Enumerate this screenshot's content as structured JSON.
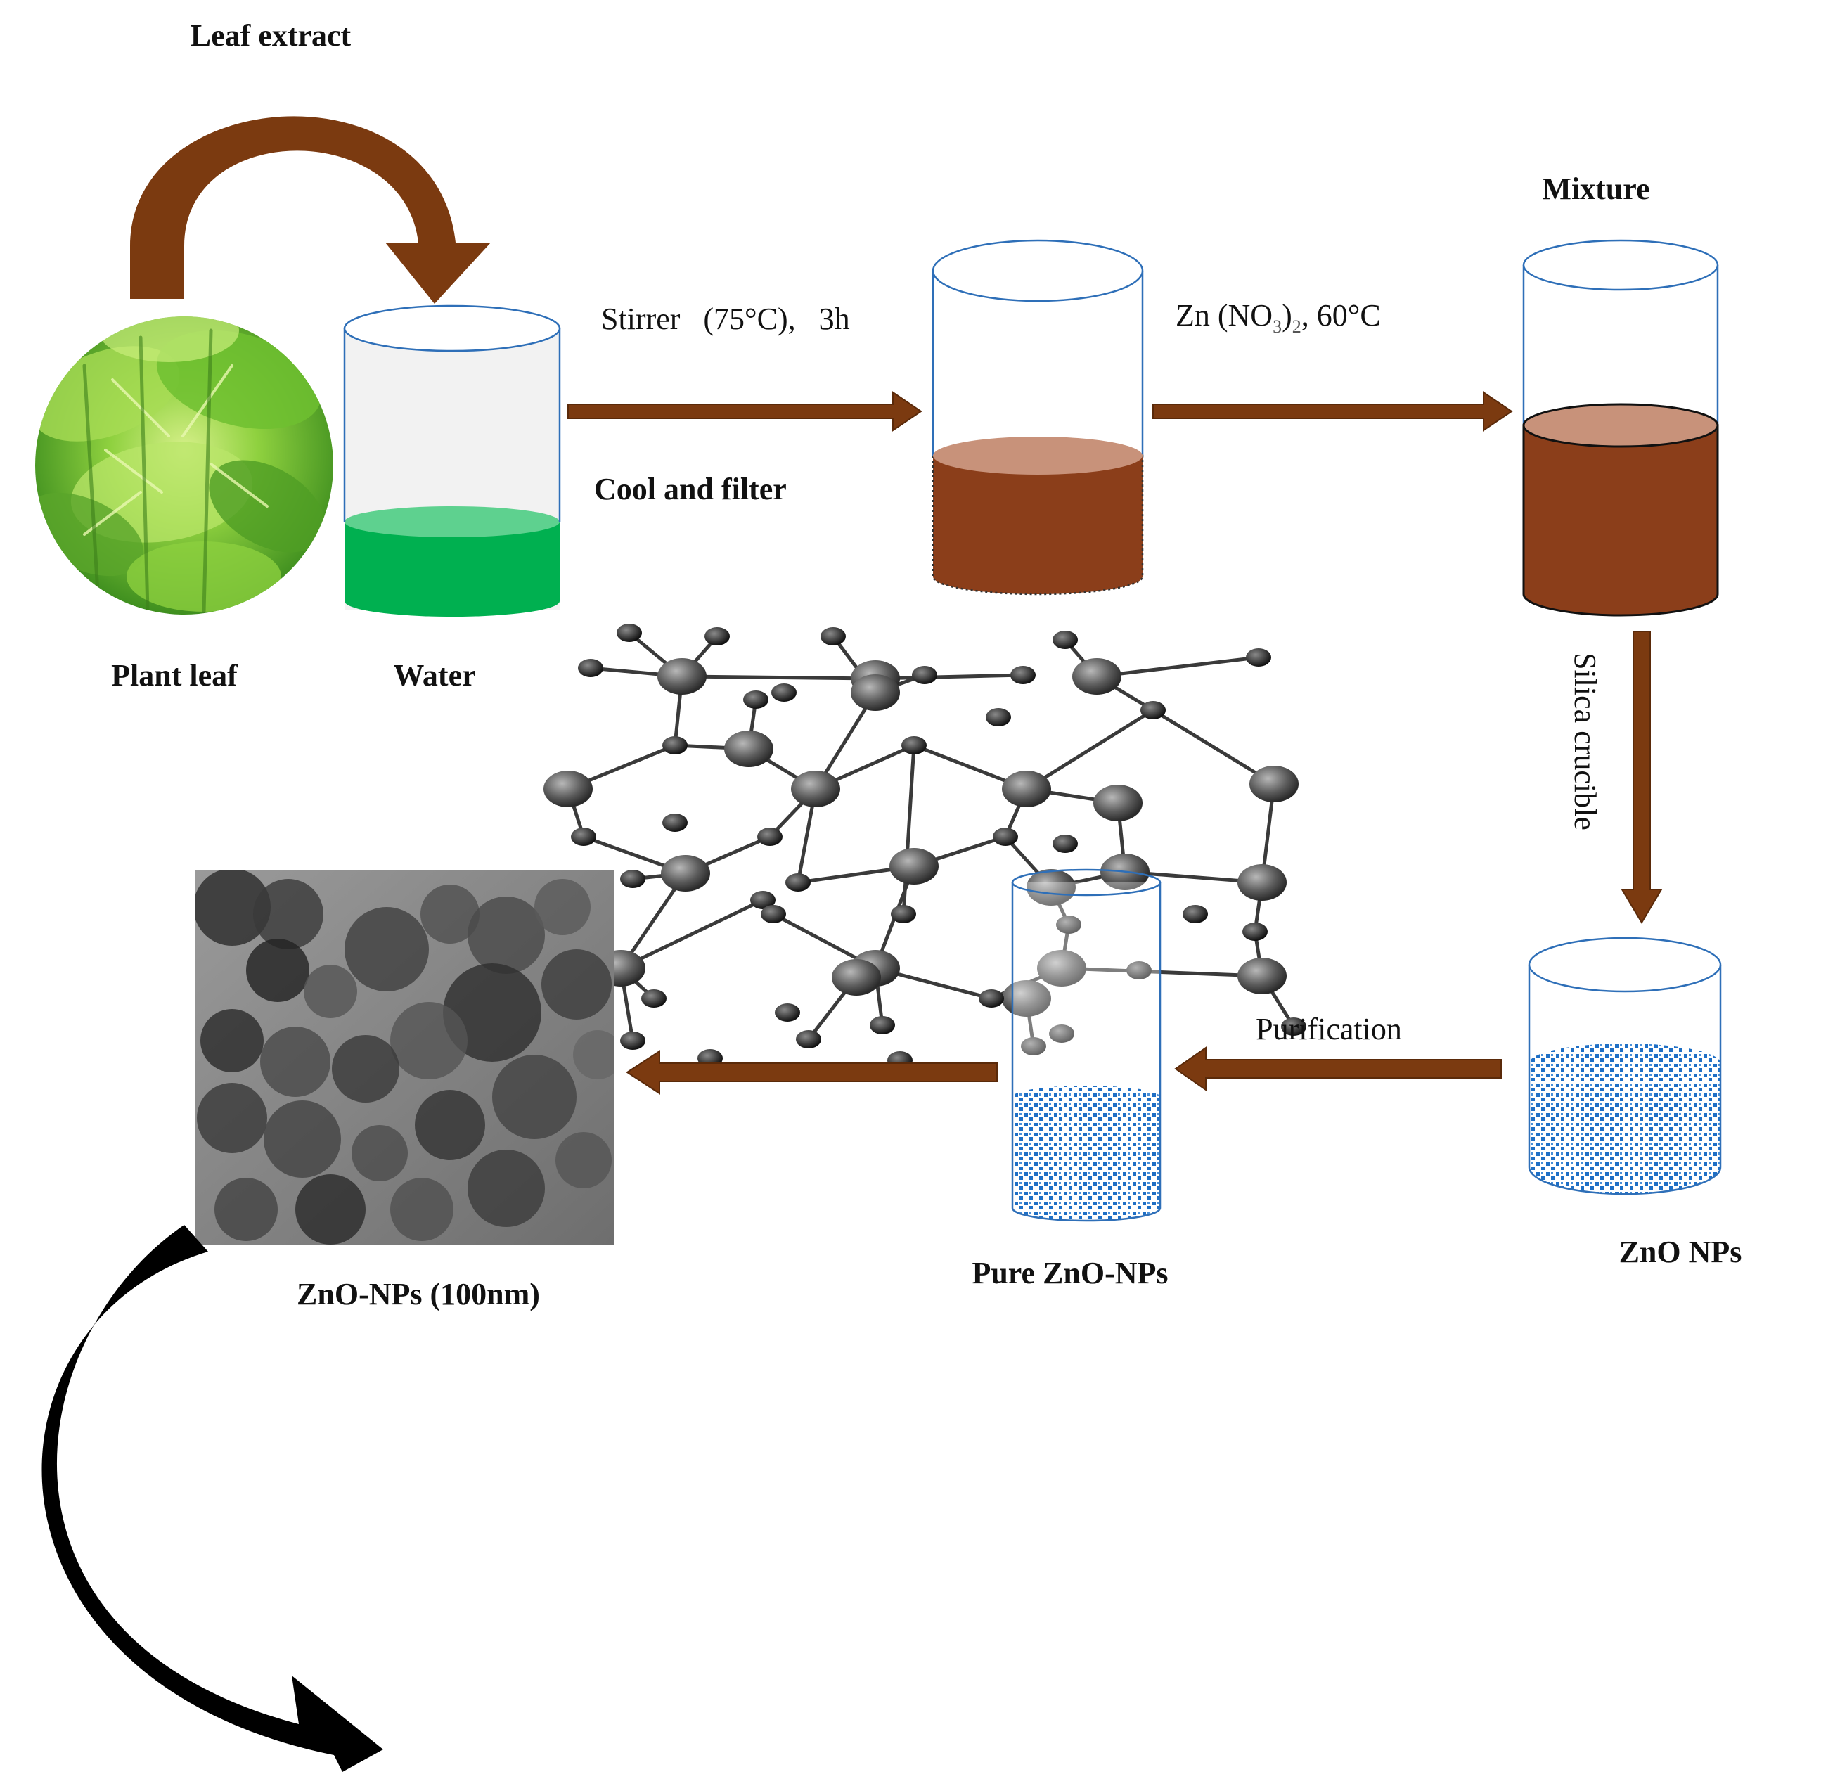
{
  "labels": {
    "leaf_extract": "Leaf extract",
    "plant_leaf": "Plant leaf",
    "water": "Water",
    "stirrer": "Stirrer   (75°C),   3h",
    "cool_filter": "Cool and filter",
    "zn_prefix": "Zn (NO",
    "zn_sub3": "3",
    "zn_paren": ")",
    "zn_sub2": "2",
    "zn_suffix": ", 60°C",
    "mixture": "Mixture",
    "silica": "Silica crucible",
    "zno_nps": "ZnO NPs",
    "purification": "Purification",
    "pure_zno": "Pure ZnO-NPs",
    "zno_100": "ZnO-NPs (100nm)"
  },
  "colors": {
    "arrow_brown": "#7B3A10",
    "extract_brown": "#8B3E1A",
    "extract_top": "#C8927A",
    "water_green": "#00B050",
    "water_top": "#5ED18F",
    "leaf_green": "#7CC242",
    "nanoparticle_blue": "#1F6FC5",
    "beaker_outline": "#2E6FB8",
    "black_arrow": "#000000",
    "atom_gray": "#5A5A5A"
  },
  "icons": {
    "leaf_photo": "green-leaves-photo-icon",
    "tem_image": "tem-micrograph-icon",
    "lattice": "zno-crystal-lattice-icon"
  }
}
